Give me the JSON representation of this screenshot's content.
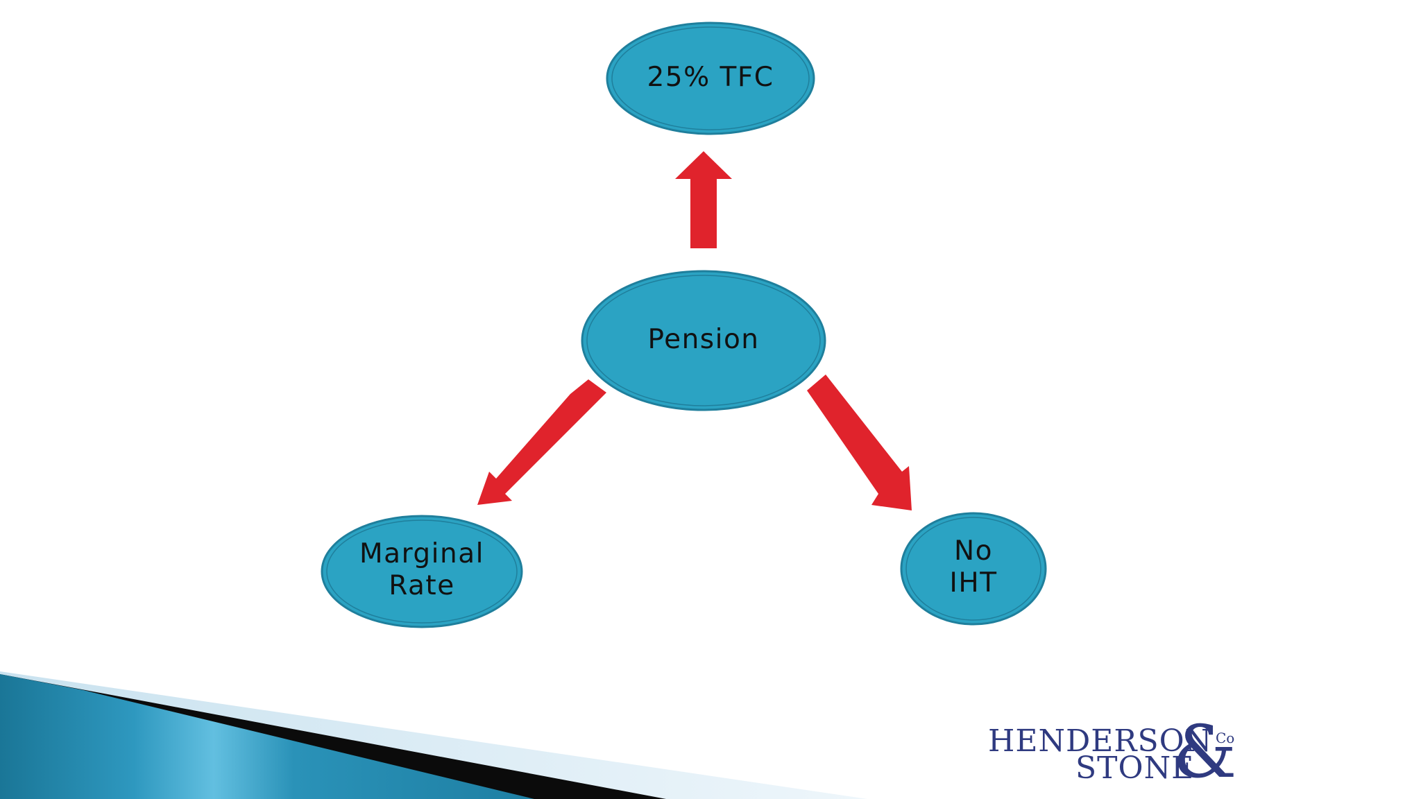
{
  "diagram": {
    "center_node": {
      "label": "Pension"
    },
    "top_node": {
      "label": "25% TFC"
    },
    "left_node": {
      "lines": [
        "Marginal",
        "Rate"
      ]
    },
    "right_node": {
      "lines": [
        "No",
        "IHT"
      ]
    },
    "colors": {
      "node_fill": "#2ba3c3",
      "node_stroke": "#1f7f9c",
      "arrow": "#e0232c",
      "text": "#111111"
    }
  },
  "logo": {
    "line1": "HENDERSON",
    "line2": "STONE",
    "ampersand": "&",
    "suffix": "Co",
    "color": "#2f3a80"
  },
  "decoration": {
    "footer_swoosh_colors": [
      "#1d7f9f",
      "#3aa9cf",
      "#6fc4e3",
      "#0a0a0a",
      "#d6e9f3"
    ]
  }
}
